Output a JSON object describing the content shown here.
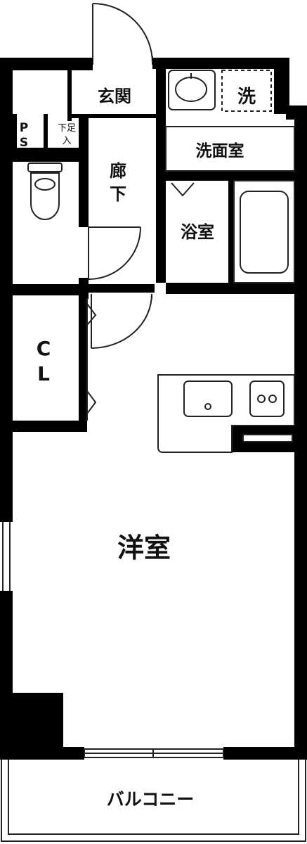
{
  "rooms": {
    "genkan": "玄関",
    "sentakuki": "洗",
    "senmenshitsu": "洗面室",
    "rouka_1": "廊",
    "rouka_2": "下",
    "ps_1": "P",
    "ps_2": "S",
    "gesoku_1": "下足",
    "gesoku_2": "入",
    "yokushitsu": "浴室",
    "cl_1": "C",
    "cl_2": "L",
    "youshitsu": "洋室",
    "balcony": "バルコニー"
  },
  "colors": {
    "wall": "#000000",
    "line": "#222222",
    "background": "#ffffff"
  }
}
